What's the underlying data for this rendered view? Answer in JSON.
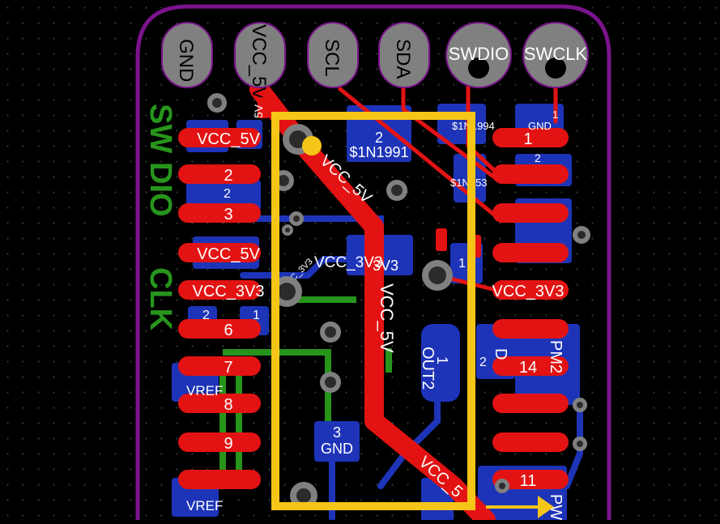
{
  "colors": {
    "background": "#000000",
    "outline": "#7b148c",
    "copper_top": "#e31313",
    "copper_bottom": "#1d34b8",
    "silk_top": "#c9c9c9",
    "silk_bottom": "#27951c",
    "keepout": "#f5c518",
    "drill": "#2b2b2b",
    "pad_ring": "#808080",
    "arrow": "#f5c518"
  },
  "header_pins": [
    "GND",
    "VCC_5V",
    "SCL",
    "SDA",
    "SWDIO",
    "SWCLK"
  ],
  "left_pads": [
    "VCC_5V",
    "2",
    "3",
    "VCC_5V",
    "VCC_3V3",
    "6",
    "7",
    "8",
    "9",
    ""
  ],
  "right_pads": [
    "1",
    "",
    "",
    "",
    "VCC_3V3",
    "",
    "14",
    "",
    "",
    "11"
  ],
  "top_labels": {
    "u2_net": "$1N1991",
    "u2_pin": "2",
    "r_label": "$1N1994",
    "gnd_small": "GND",
    "pin1": "1",
    "l653": "$1N653",
    "trace_vcc5_a": "VCC_5V",
    "trace_vcc5_b": "VCC_5V",
    "trace_vcc5_c": "VCC_5",
    "vcc3v3_mid": "VCC_3V3",
    "vcc3v3_small": "3V3",
    "vcc3v3_left": "VCC_3V3",
    "vcc5v_bottom_left": "5V"
  },
  "bottom_labels": {
    "sw": "SW",
    "dio": "DIO",
    "clk": "CLK",
    "vref_1": "VREF",
    "vref_2": "VREF",
    "out2_pin": "1",
    "out2": "OUT2",
    "gnd_pin": "3",
    "gnd": "GND",
    "d_letter": "D",
    "pm2": "PM2",
    "pwm": "PWM",
    "pin2a": "2",
    "pin1a": "1",
    "pin2b": "2",
    "pin2c": "2",
    "pin1b": "1",
    "c_pin2": "2"
  }
}
